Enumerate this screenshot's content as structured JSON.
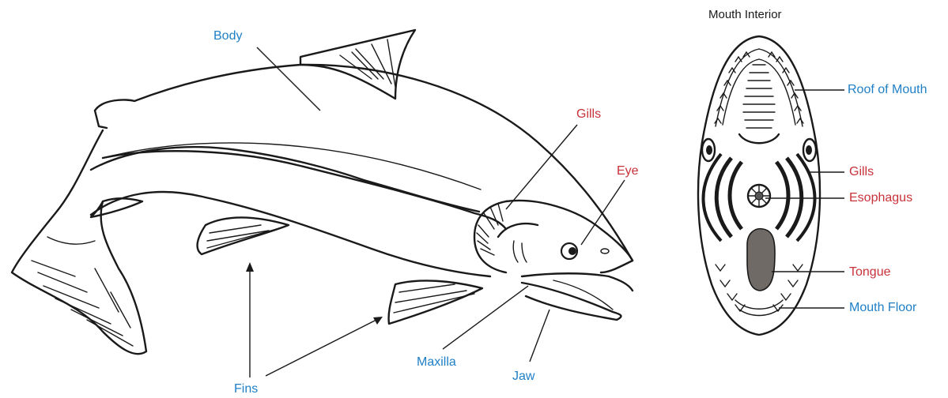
{
  "colors": {
    "blue": "#1f7fc6",
    "red": "#c8323a",
    "ink": "#1a1a1a",
    "tongue": "#6f6a66"
  },
  "diagram": {
    "mouth_title": "Mouth Interior",
    "labels": {
      "body": "Body",
      "gills": "Gills",
      "eye": "Eye",
      "fins": "Fins",
      "maxilla": "Maxilla",
      "jaw": "Jaw",
      "roof_of_mouth": "Roof of Mouth",
      "mouth_gills": "Gills",
      "esophagus": "Esophagus",
      "tongue": "Tongue",
      "mouth_floor": "Mouth Floor"
    },
    "label_colors": {
      "body": "blue",
      "gills": "red",
      "eye": "red",
      "fins": "blue",
      "maxilla": "blue",
      "jaw": "blue",
      "roof_of_mouth": "blue",
      "mouth_gills": "red",
      "esophagus": "red",
      "tongue": "red",
      "mouth_floor": "blue"
    }
  }
}
